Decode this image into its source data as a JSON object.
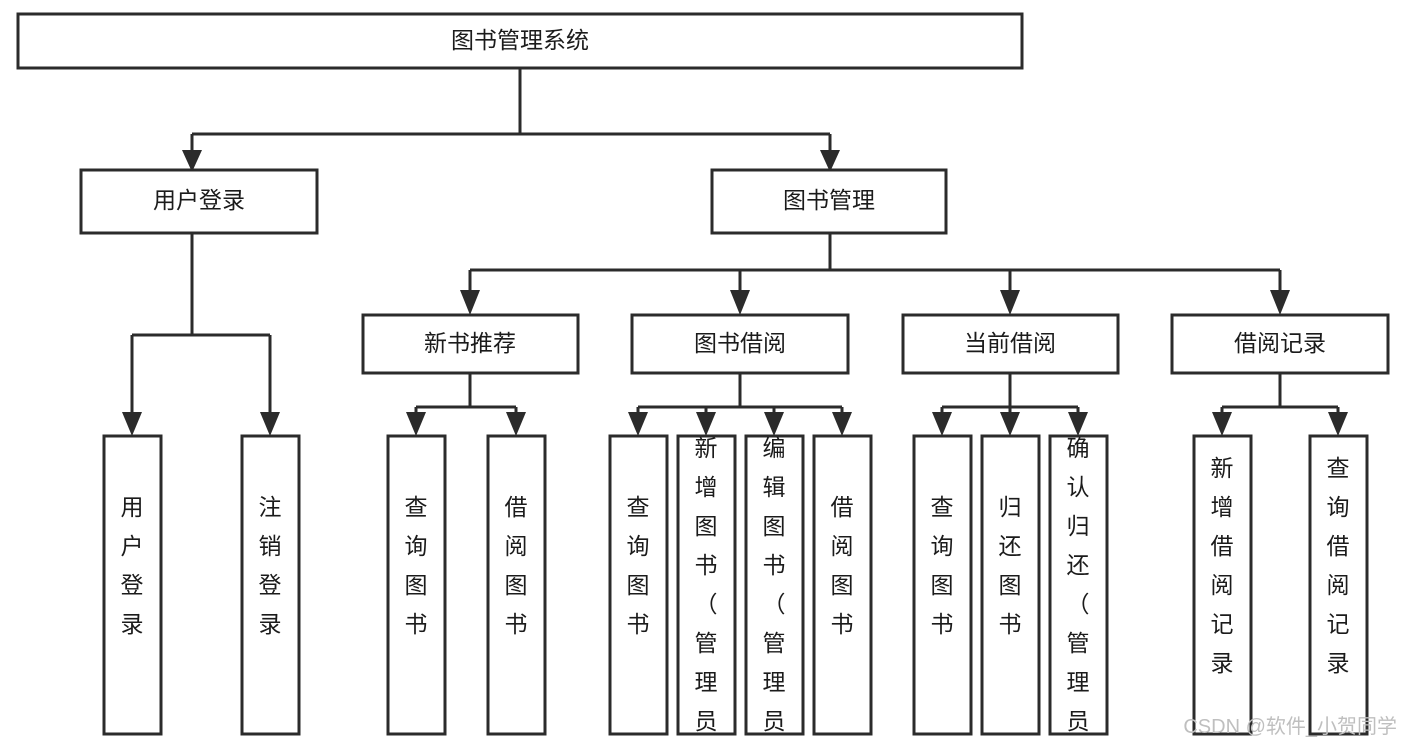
{
  "diagram": {
    "type": "tree",
    "title": "图书管理系统",
    "orientation": "top-down",
    "colors": {
      "box_fill": "#ffffff",
      "box_stroke": "#2b2b2b",
      "text": "#1b1b1b",
      "watermark": "#bfbfbf",
      "background": "#ffffff"
    },
    "root": {
      "label": "图书管理系统"
    },
    "level1": [
      {
        "label": "用户登录"
      },
      {
        "label": "图书管理"
      }
    ],
    "level2": [
      {
        "label": "新书推荐"
      },
      {
        "label": "图书借阅"
      },
      {
        "label": "当前借阅"
      },
      {
        "label": "借阅记录"
      }
    ],
    "leaves": {
      "user_login": [
        {
          "label": "用户登录"
        },
        {
          "label": "注销登录"
        }
      ],
      "new_book_recommend": [
        {
          "label": "查询图书"
        },
        {
          "label": "借阅图书"
        }
      ],
      "book_borrow": [
        {
          "label": "查询图书"
        },
        {
          "label": "新增图书（管理员）"
        },
        {
          "label": "编辑图书（管理员）"
        },
        {
          "label": "借阅图书"
        }
      ],
      "current_borrow": [
        {
          "label": "查询图书"
        },
        {
          "label": "归还图书"
        },
        {
          "label": "确认归还（管理员）"
        }
      ],
      "borrow_record": [
        {
          "label": "新增借阅记录"
        },
        {
          "label": "查询借阅记录"
        }
      ]
    },
    "watermark": "CSDN @软件_小贺同学"
  }
}
